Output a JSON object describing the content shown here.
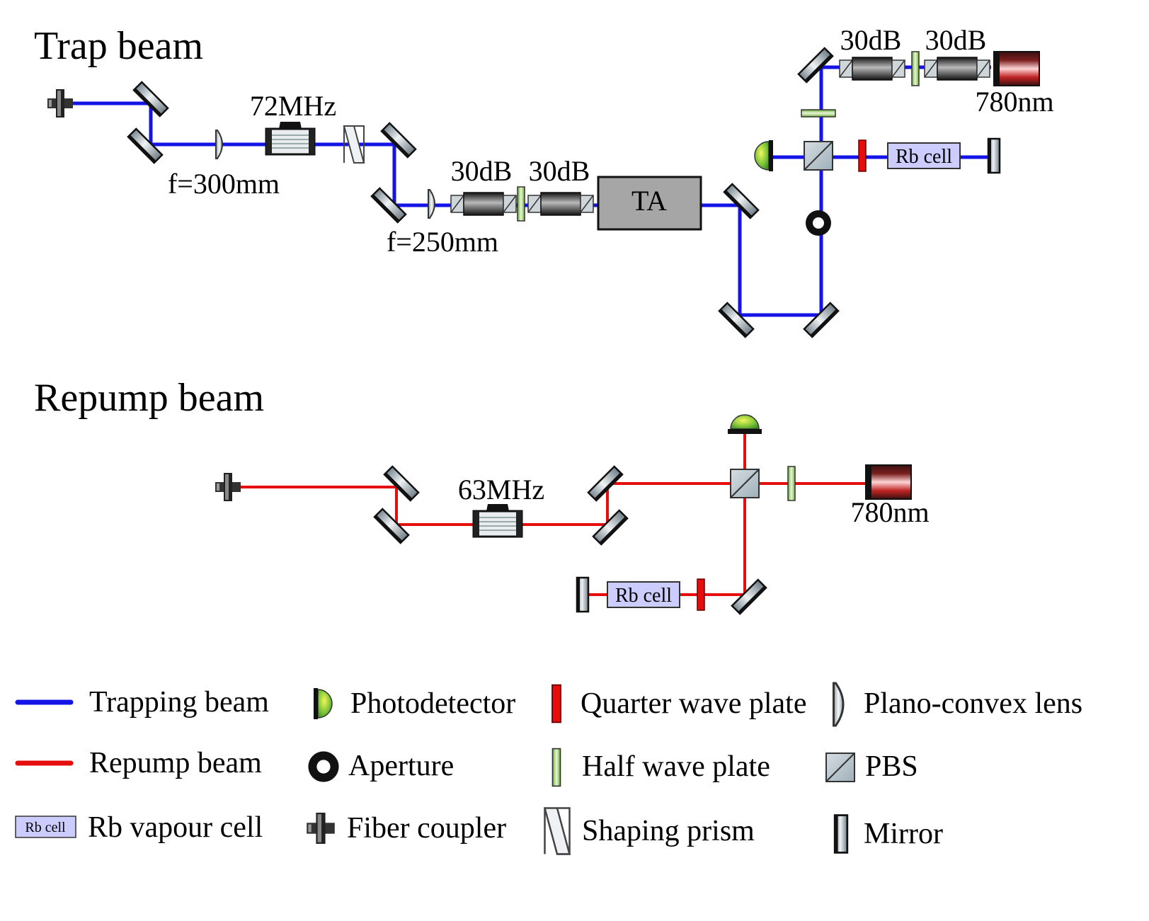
{
  "sections": {
    "trap_title": "Trap beam",
    "repump_title": "Repump beam"
  },
  "trap": {
    "aom_label": "72MHz",
    "lens1_label": "f=300mm",
    "lens2_label": "f=250mm",
    "isolator1_label": "30dB",
    "isolator2_label": "30dB",
    "ta_label": "TA",
    "laser_isolator1_label": "30dB",
    "laser_isolator2_label": "30dB",
    "laser_label": "780nm",
    "rb_cell_label": "Rb cell"
  },
  "repump": {
    "aom_label": "63MHz",
    "laser_label": "780nm",
    "rb_cell_label": "Rb cell"
  },
  "legend": {
    "trapping_beam": "Trapping beam",
    "repump_beam": "Repump beam",
    "rb_vapour_cell": "Rb vapour cell",
    "rb_cell_icon_text": "Rb cell",
    "photodetector": "Photodetector",
    "aperture": "Aperture",
    "fiber_coupler": "Fiber coupler",
    "quarter_wave_plate": "Quarter wave plate",
    "half_wave_plate": "Half wave plate",
    "shaping_prism": "Shaping prism",
    "plano_convex_lens": "Plano-convex lens",
    "pbs": "PBS",
    "mirror": "Mirror"
  },
  "colors": {
    "trapping_beam": "#1414e6",
    "repump_beam": "#e60d0d",
    "rb_cell_fill": "#ccccff",
    "waveplate_half": "#9fd46a",
    "waveplate_quarter": "#e60d0d",
    "photodetector": "#7cc43a",
    "ta_fill": "#a6a6a6"
  }
}
